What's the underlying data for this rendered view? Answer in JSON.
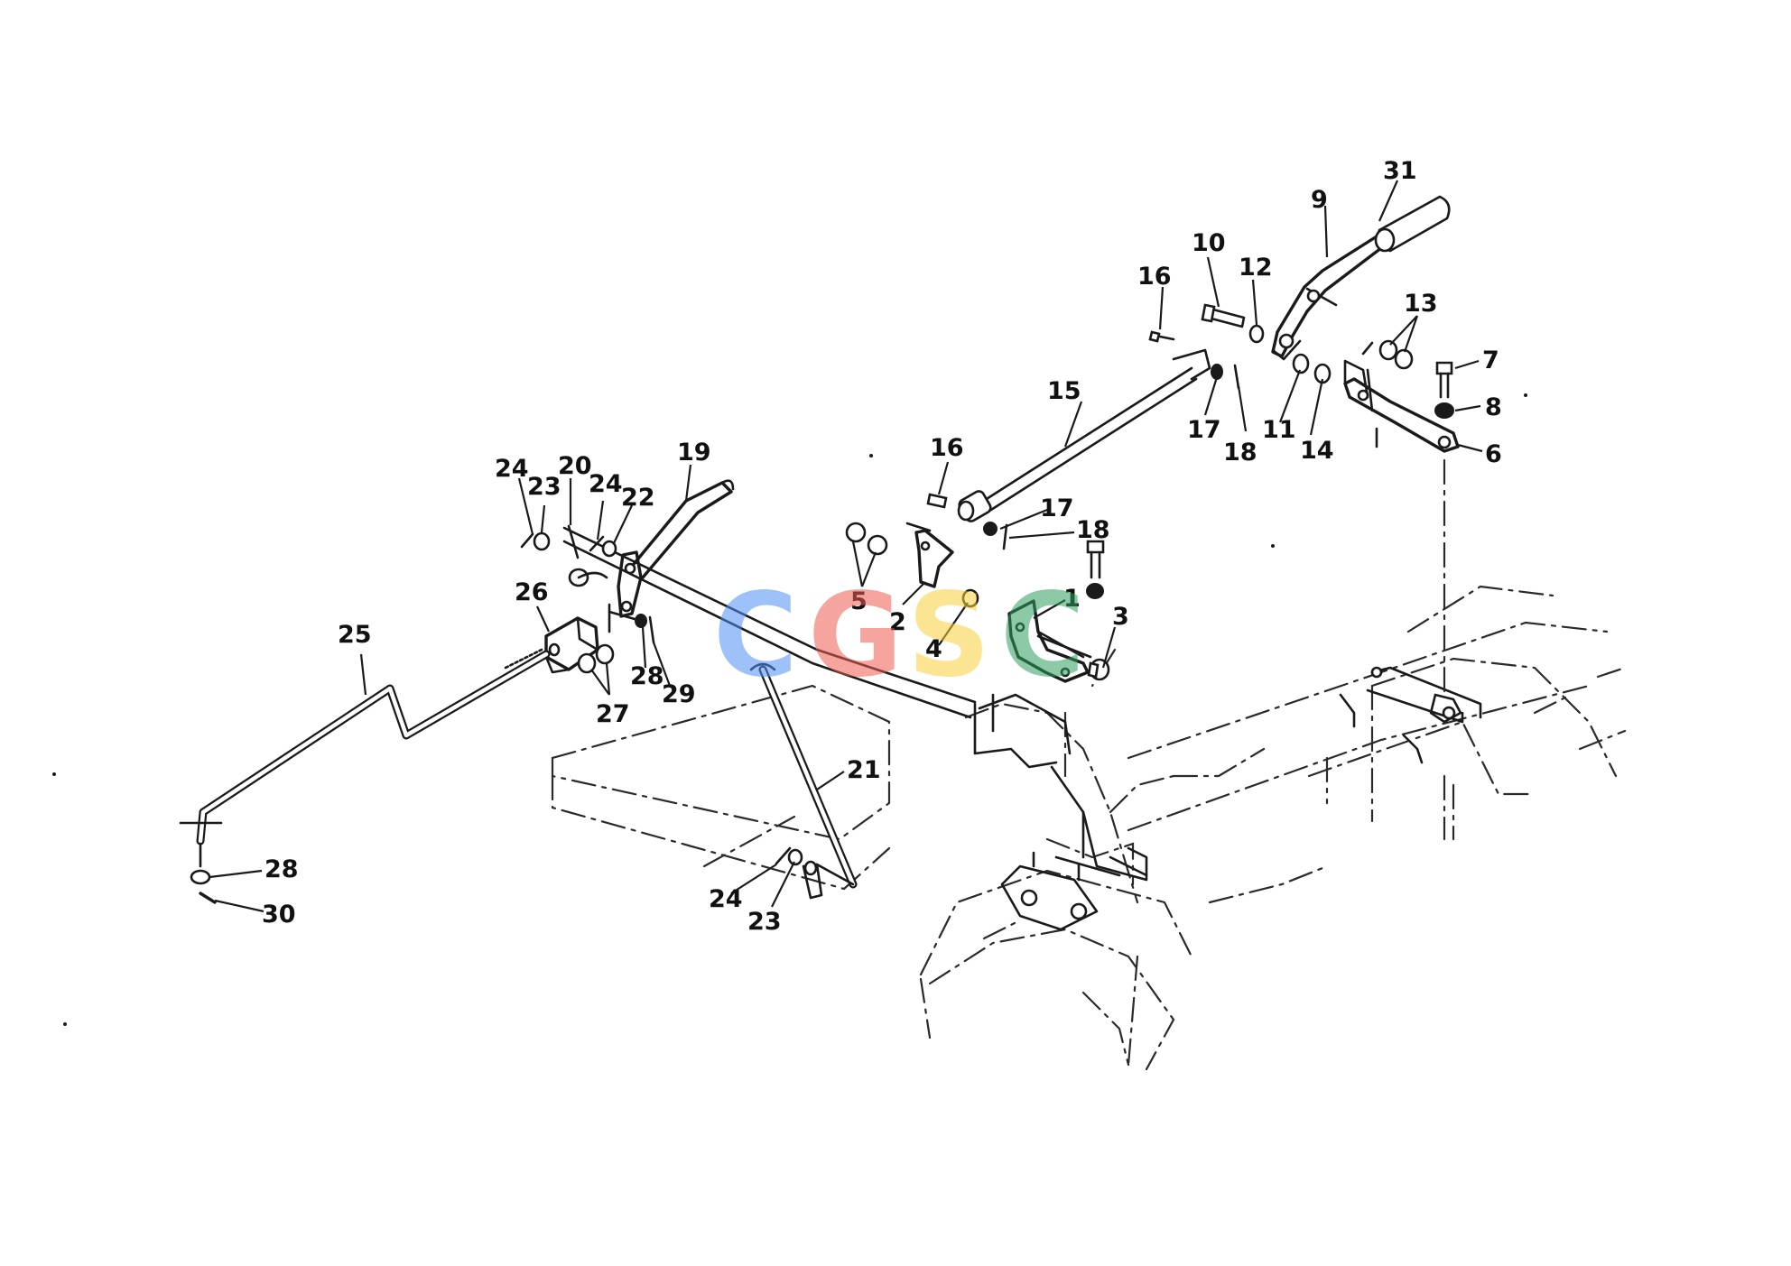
{
  "watermark": {
    "letters": [
      "C",
      "G",
      "S",
      "C"
    ],
    "colors": [
      "#4f8ff7",
      "#f05a4f",
      "#f9cf3a",
      "#2f9e5f"
    ]
  },
  "callouts": [
    {
      "id": "1",
      "label": "1"
    },
    {
      "id": "2",
      "label": "2"
    },
    {
      "id": "3",
      "label": "3"
    },
    {
      "id": "4",
      "label": "4"
    },
    {
      "id": "5",
      "label": "5"
    },
    {
      "id": "6",
      "label": "6"
    },
    {
      "id": "7",
      "label": "7"
    },
    {
      "id": "8",
      "label": "8"
    },
    {
      "id": "9",
      "label": "9"
    },
    {
      "id": "10",
      "label": "10"
    },
    {
      "id": "11",
      "label": "11"
    },
    {
      "id": "12",
      "label": "12"
    },
    {
      "id": "13",
      "label": "13"
    },
    {
      "id": "14",
      "label": "14"
    },
    {
      "id": "15",
      "label": "15"
    },
    {
      "id": "16a",
      "label": "16"
    },
    {
      "id": "16b",
      "label": "16"
    },
    {
      "id": "17a",
      "label": "17"
    },
    {
      "id": "17b",
      "label": "17"
    },
    {
      "id": "18a",
      "label": "18"
    },
    {
      "id": "18b",
      "label": "18"
    },
    {
      "id": "19",
      "label": "19"
    },
    {
      "id": "20",
      "label": "20"
    },
    {
      "id": "21",
      "label": "21"
    },
    {
      "id": "22",
      "label": "22"
    },
    {
      "id": "23a",
      "label": "23"
    },
    {
      "id": "23b",
      "label": "23"
    },
    {
      "id": "24a",
      "label": "24"
    },
    {
      "id": "24b",
      "label": "24"
    },
    {
      "id": "24c",
      "label": "24"
    },
    {
      "id": "25",
      "label": "25"
    },
    {
      "id": "26",
      "label": "26"
    },
    {
      "id": "27",
      "label": "27"
    },
    {
      "id": "28a",
      "label": "28"
    },
    {
      "id": "28b",
      "label": "28"
    },
    {
      "id": "29",
      "label": "29"
    },
    {
      "id": "30",
      "label": "30"
    },
    {
      "id": "31",
      "label": "31"
    }
  ],
  "colors": {
    "line": "#1a1a1a",
    "background": "#ffffff",
    "highlight": "#2f9e5f"
  }
}
